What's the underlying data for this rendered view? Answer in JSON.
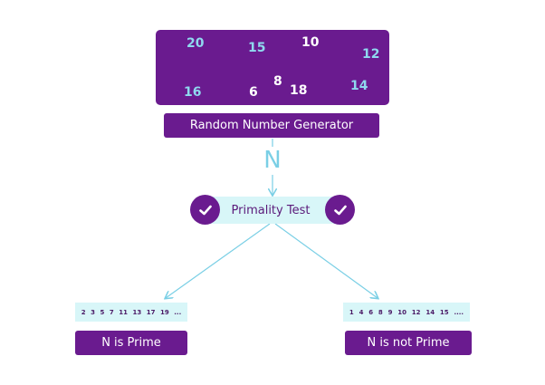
{
  "generator": {
    "numbers": [
      {
        "value": "20",
        "color": "blue"
      },
      {
        "value": "15",
        "color": "blue"
      },
      {
        "value": "10",
        "color": "white"
      },
      {
        "value": "12",
        "color": "blue"
      },
      {
        "value": "16",
        "color": "blue"
      },
      {
        "value": "6",
        "color": "white"
      },
      {
        "value": "8",
        "color": "white"
      },
      {
        "value": "18",
        "color": "white"
      },
      {
        "value": "14",
        "color": "blue"
      }
    ],
    "label": "Random Number Generator"
  },
  "n_symbol": "N",
  "test": {
    "label": "Primality Test"
  },
  "prime": {
    "sequence": [
      "2",
      "3",
      "5",
      "7",
      "11",
      "13",
      "17",
      "19",
      "..."
    ],
    "label": "N is Prime"
  },
  "not_prime": {
    "sequence": [
      "1",
      "4",
      "6",
      "8",
      "9",
      "10",
      "12",
      "14",
      "15",
      "...."
    ],
    "label": "N is not Prime"
  },
  "colors": {
    "purple": "#6a1b8f",
    "light_cyan": "#d8f6f8",
    "arrow_blue": "#7acfe5",
    "number_blue": "#8fd9ef"
  }
}
